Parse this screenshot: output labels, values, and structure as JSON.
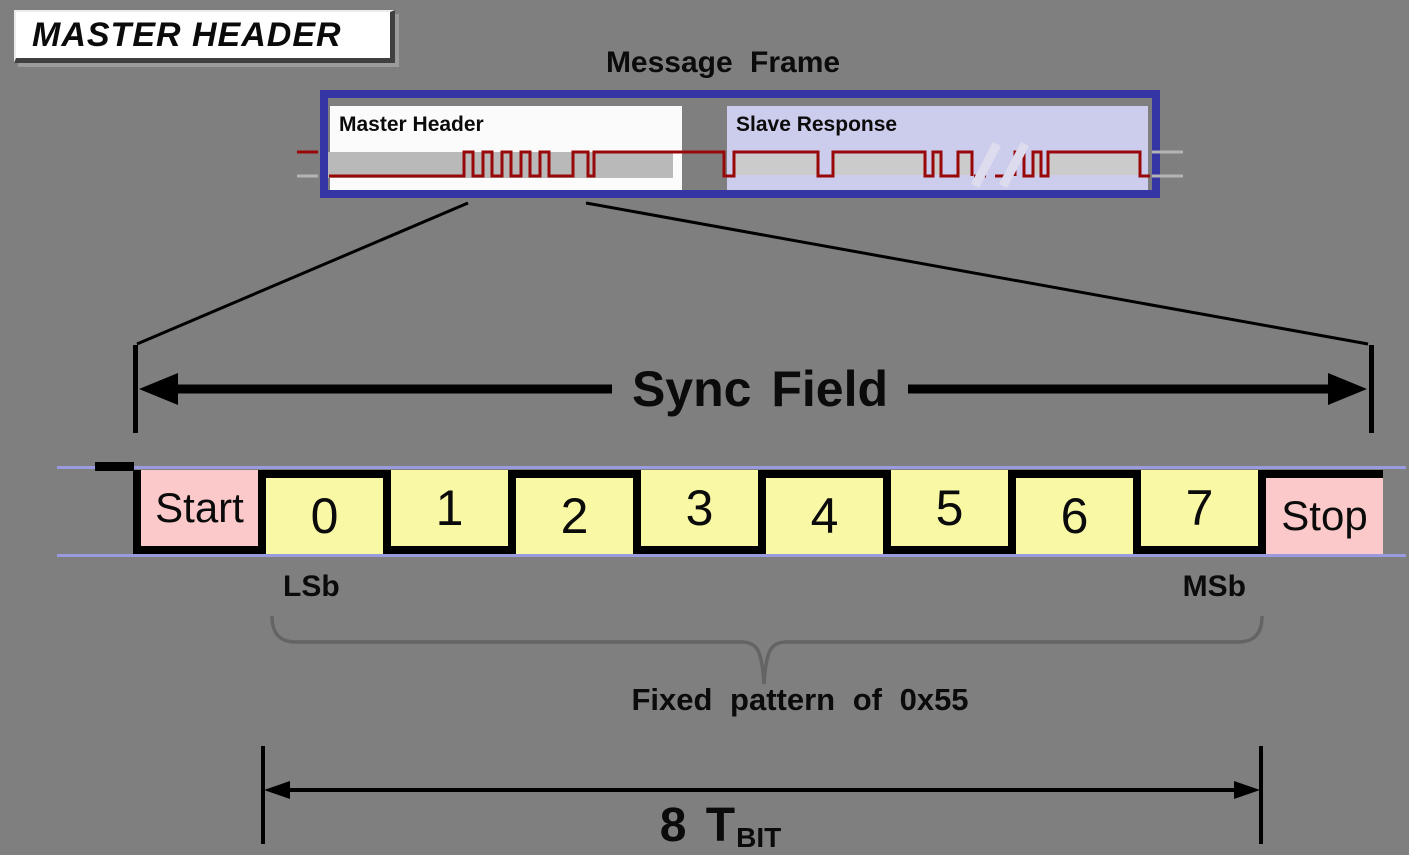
{
  "slide": {
    "title": "MASTER HEADER"
  },
  "message_frame": {
    "heading": "Message Frame",
    "master_header_label": "Master Header",
    "slave_response_label": "Slave Response"
  },
  "sync_field": {
    "arrow_label": "Sync Field",
    "start_label": "Start",
    "stop_label": "Stop",
    "bits": [
      "0",
      "1",
      "2",
      "3",
      "4",
      "5",
      "6",
      "7"
    ],
    "lsb_label": "LSb",
    "msb_label": "MSb",
    "pattern_label": "Fixed pattern of 0x55",
    "duration_main": "8 T",
    "duration_sub": "BIT"
  },
  "colors": {
    "background": "#7f7f7f",
    "frame_border_blue": "#3535a6",
    "waveform_red": "#990808",
    "bit_yellow": "#f8f8a5",
    "start_stop_pink": "#fbc9c9",
    "slave_lavender": "#ccccec",
    "master_white": "#fbfbfb",
    "level_line_lavender": "#9a9ade",
    "waveform_band_gray": "#b9b9b9"
  }
}
